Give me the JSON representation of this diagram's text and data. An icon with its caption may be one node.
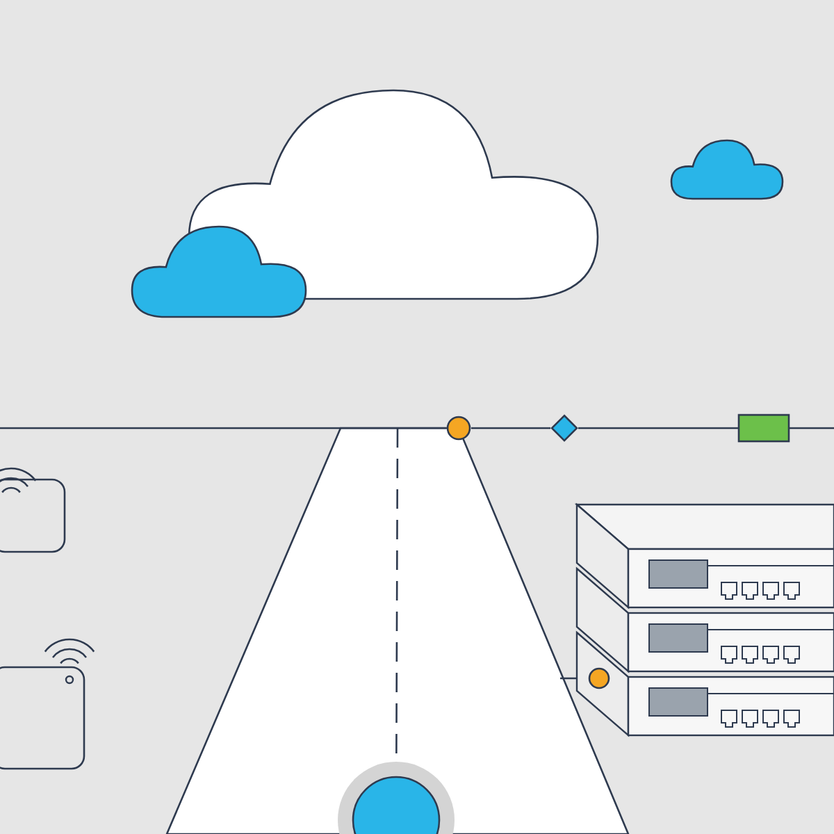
{
  "diagram": {
    "nodes": [
      {
        "text": [],
        "shape": "cloud"
      },
      {
        "text": [],
        "shape": "cloud"
      },
      {
        "text": [],
        "shape": "cloud"
      },
      {
        "text": [],
        "shape": "circle"
      },
      {
        "text": [],
        "shape": "diamond"
      },
      {
        "text": [],
        "shape": "box"
      },
      {
        "text": [],
        "shape": "picture"
      },
      {
        "text": [],
        "shape": "circle",
        "in": 6
      },
      {
        "text": [],
        "shape": "box"
      },
      {
        "text": [],
        "shape": "box"
      },
      {
        "text": [],
        "shape": "circle"
      }
    ],
    "edges": [
      {
        "from": null,
        "to": 3,
        "arrow": "none"
      },
      {
        "from": 3,
        "to": 4,
        "arrow": "none"
      },
      {
        "from": 4,
        "to": 5,
        "arrow": "none"
      },
      {
        "from": 5,
        "to": null,
        "arrow": "none"
      },
      {
        "from": null,
        "to": 7,
        "arrow": "none"
      },
      {
        "from": null,
        "to": 10,
        "arrow": "none",
        "style": "dashed"
      }
    ]
  }
}
